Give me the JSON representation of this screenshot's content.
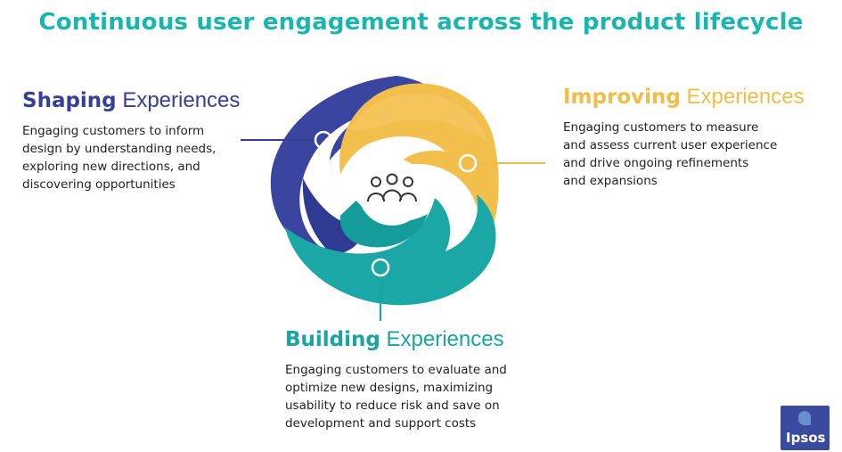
{
  "title": "Continuous user engagement across the product lifecycle",
  "sections": {
    "shaping": {
      "heading_bold": "Shaping",
      "heading_rest": " Experiences",
      "lines": [
        "Engaging customers to inform",
        "design by understanding needs,",
        "exploring new directions, and",
        "discovering opportunities"
      ],
      "color": "#353f97"
    },
    "improving": {
      "heading_bold": "Improving",
      "heading_rest": " Experiences",
      "lines": [
        "Engaging customers to measure",
        "and assess current user experience",
        "and drive ongoing refinements",
        "and expansions"
      ],
      "color": "#f1bd4a"
    },
    "building": {
      "heading_bold": "Building",
      "heading_rest": " Experiences",
      "lines": [
        "Engaging customers to evaluate and",
        "optimize new designs, maximizing",
        "usability to reduce risk and save on",
        "development and support costs"
      ],
      "color": "#17a4a2"
    }
  },
  "center_icon": "people-group-icon",
  "logo": {
    "text": "Ipsos",
    "background": "#3a4a9e"
  }
}
